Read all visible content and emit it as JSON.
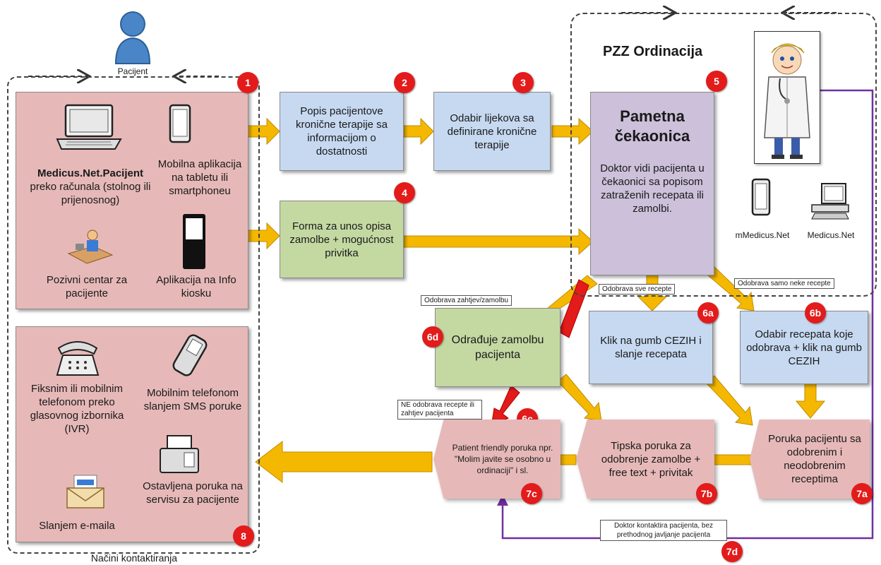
{
  "patient_label": "Pacijent",
  "contact_methods_label": "Načini kontaktiranja",
  "clinic_title": "PZZ Ordinacija",
  "channels_top": {
    "medicus_bold": "Medicus.Net.Pacijent",
    "medicus_rest": "preko računala (stolnog ili prijenosnog)",
    "mobile_app": "Mobilna aplikacija na tabletu ili smartphoneu",
    "call_center": "Pozivni centar za pacijente",
    "kiosk": "Aplikacija na Info kiosku"
  },
  "channels_bottom": {
    "phone_ivr": "Fiksnim ili mobilnim telefonom preko glasovnog izbornika (IVR)",
    "sms": "Mobilnim telefonom slanjem SMS poruke",
    "voicemail": "Ostavljena poruka na servisu za pacijente",
    "email": "Slanjem e-maila"
  },
  "boxes": {
    "b2": "Popis pacijentove kronične terapije sa informacijom o dostatnosti",
    "b3": "Odabir lijekova sa definirane kronične terapije",
    "b4": "Forma za unos opisa zamolbe + mogućnost privitka",
    "b5_title": "Pametna čekaonica",
    "b5_text": "Doktor vidi pacijenta u čekaonici sa popisom zatraženih recepata ili zamolbi.",
    "b6d": "Odrađuje zamolbu pacijenta",
    "b6a": "Klik na gumb CEZIH i slanje recepata",
    "b6b": "Odabir recepata koje odobrava + klik na gumb CEZIH",
    "b7c": "Patient friendly poruka npr. \"Molim javite se osobno u ordinaciji\" i sl.",
    "b7b": "Tipska poruka za odobrenje zamolbe + free text + privitak",
    "b7a": "Poruka pacijentu sa odobrenim i neodobrenim receptima"
  },
  "devices": {
    "mmedicus": "mMedicus.Net",
    "medicus": "Medicus.Net"
  },
  "branch_labels": {
    "approve_request": "Odobrava zahtjev/zamolbu",
    "approve_all": "Odobrava sve recepte",
    "approve_some": "Odobrava samo neke recepte",
    "deny": "NE odobrava recepte ili zahtjev pacijenta",
    "doctor_contacts": "Doktor kontaktira pacijenta, bez prethodnog javljanje pacijenta"
  },
  "badges": {
    "n1": "1",
    "n2": "2",
    "n3": "3",
    "n4": "4",
    "n5": "5",
    "n6a": "6a",
    "n6b": "6b",
    "n6c": "6c",
    "n6d": "6d",
    "n7a": "7a",
    "n7b": "7b",
    "n7c": "7c",
    "n7d": "7d",
    "n8": "8"
  },
  "colors": {
    "arrow_yellow": "#f5b800",
    "arrow_red": "#e31b1b",
    "badge_red": "#e31b1b",
    "pink": "#e6b9b8",
    "blue": "#c6d9f1",
    "green": "#c4d9a2",
    "purple": "#ccc0da",
    "feedback_line": "#7030a0"
  }
}
